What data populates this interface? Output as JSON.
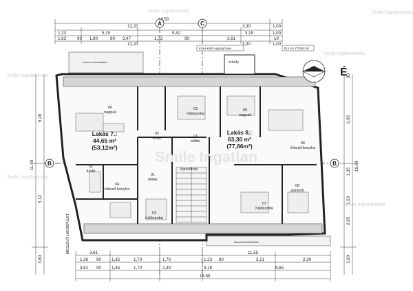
{
  "dimensions": {
    "top_total": "16,50",
    "top_row1": [
      "12,20",
      "3,30",
      "1,00"
    ],
    "top_row2": [
      "1,23",
      "5,15",
      "5,82",
      "3,15",
      "1,00"
    ],
    "top_row3": [
      "1,63",
      "90",
      "1,60",
      "90",
      "3,47",
      "1,73",
      "90",
      "3,61",
      "10"
    ],
    "top_row4": [
      "12,20",
      "3,30",
      "1,00"
    ],
    "bottom_row1": [
      "3,61",
      "11,55"
    ],
    "bottom_row2": [
      "1,36",
      "90",
      "1,35",
      "1,70",
      "1,70",
      "1,23",
      "80",
      "3,21",
      "2,30"
    ],
    "bottom_row3": [
      "3,61",
      "90",
      "1,35",
      "1,70",
      "2,30",
      "3,18",
      "8,65"
    ],
    "bottom_total": "18,55",
    "left": [
      "6,28",
      "11,40",
      "5,12",
      "3,60"
    ],
    "right": [
      "6,05",
      "10,60",
      "1,35",
      "3,60",
      "1,50",
      "2,85",
      "30"
    ]
  },
  "axes": {
    "a": "A",
    "c": "C",
    "b": "B"
  },
  "labels": {
    "beam_note": "Kilma külső egység helye",
    "ytong": "15,0 cm YTONG fal",
    "roof_top": "koszorú lemezfedés",
    "roof_bottom": "koszorú lemezfedés",
    "balcony": "erkély",
    "stair": "lépcsőház",
    "side_note": "MEGLÉVŐ LAKÓÉPÜLET",
    "north": "É"
  },
  "apartments": [
    {
      "title": "Lakás 7.:",
      "area": "44,65 m²",
      "gross": "(53,12m²)"
    },
    {
      "title": "Lakás 8.:",
      "area": "63,30 m²",
      "gross": "(77,86m²)"
    }
  ],
  "rooms": [
    {
      "num": "06",
      "name": "nappali"
    },
    {
      "num": "03",
      "name": "hálószoba"
    },
    {
      "num": "05",
      "name": "nappali"
    },
    {
      "num": "01",
      "name": "előtér"
    },
    {
      "num": "02",
      "name": "fürdő"
    },
    {
      "num": "04",
      "name": "étkező-konyha"
    },
    {
      "num": "06",
      "name": "étkező-konyha"
    },
    {
      "num": "03",
      "name": "hálószoba"
    },
    {
      "num": "07",
      "name": "hálószoba"
    },
    {
      "num": "08",
      "name": "gardrób"
    },
    {
      "num": "01",
      "name": "előtér"
    },
    {
      "num": "02",
      "name": "fürdő"
    }
  ],
  "watermark": "Smile Ingatlaniroda",
  "watermark_center": "Smile Ingatlan"
}
